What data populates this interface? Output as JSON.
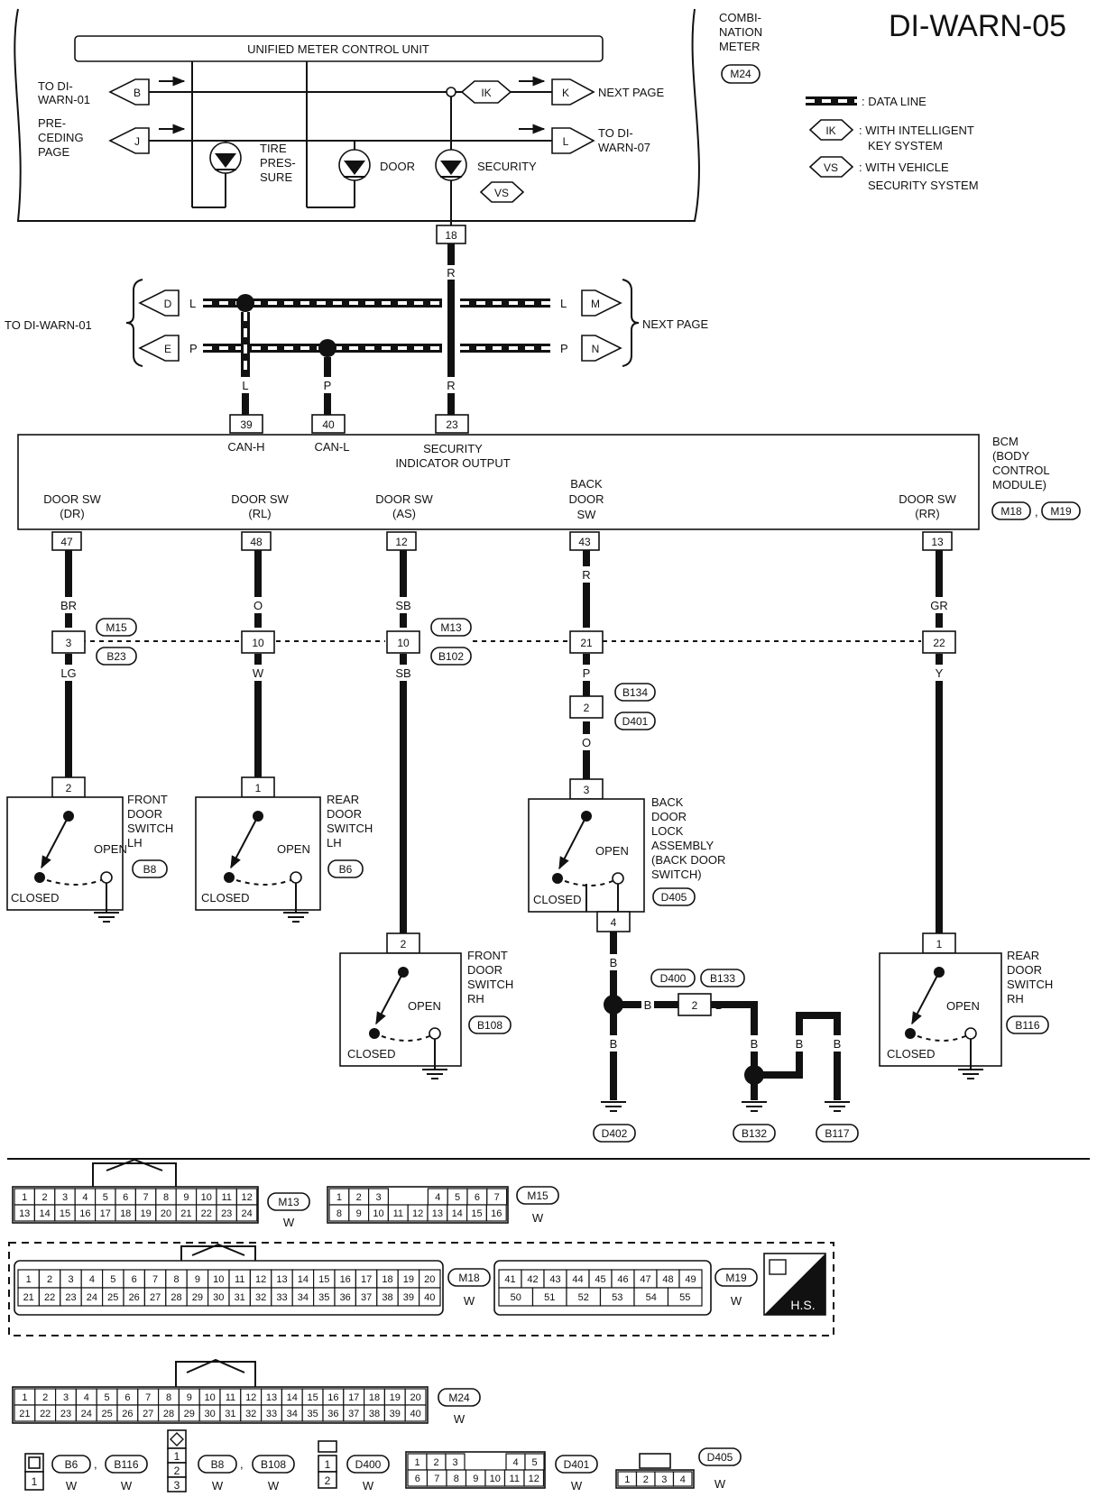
{
  "page_id": "DI-WARN-05",
  "header": {
    "combination_meter_label": [
      "COMBI-",
      "NATION",
      "METER"
    ],
    "combination_meter_connector": "M24",
    "unit_title": "UNIFIED METER CONTROL UNIT"
  },
  "legend": {
    "data_line": ": DATA LINE",
    "ik_tag": "IK",
    "ik_desc": [
      ": WITH INTELLIGENT",
      "KEY SYSTEM"
    ],
    "vs_tag": "VS",
    "vs_desc": [
      ": WITH VEHICLE",
      "SECURITY SYSTEM"
    ]
  },
  "meter": {
    "to_warn01": [
      "TO DI-",
      "WARN-01"
    ],
    "preceding_page": [
      "PRE-",
      "CEDING",
      "PAGE"
    ],
    "next_page": "NEXT PAGE",
    "to_warn07": [
      "TO DI-",
      "WARN-07"
    ],
    "tag_B": "B",
    "tag_J": "J",
    "tag_IK": "IK",
    "tag_K": "K",
    "tag_L": "L",
    "tire_pressure": [
      "TIRE",
      "PRES-",
      "SURE"
    ],
    "door": "DOOR",
    "security": "SECURITY",
    "security_vs": "VS",
    "pin_18": "18",
    "wire_R": "R"
  },
  "can": {
    "to_warn01": "TO DI-WARN-01",
    "next_page": "NEXT PAGE",
    "tag_D": "D",
    "tag_E": "E",
    "tag_M": "M",
    "tag_N": "N",
    "L": "L",
    "P": "P",
    "R": "R"
  },
  "bcm": {
    "label": [
      "BCM",
      "(BODY",
      "CONTROL",
      "MODULE)"
    ],
    "connectors": [
      "M18",
      "M19"
    ],
    "pin_39": "39",
    "pin_40": "40",
    "pin_23": "23",
    "can_h": "CAN-H",
    "can_l": "CAN-L",
    "sec_out": [
      "SECURITY",
      "INDICATOR OUTPUT"
    ],
    "sw_dr": [
      "DOOR SW",
      "(DR)"
    ],
    "sw_rl": [
      "DOOR SW",
      "(RL)"
    ],
    "sw_as": [
      "DOOR SW",
      "(AS)"
    ],
    "sw_back": [
      "BACK",
      "DOOR",
      "SW"
    ],
    "sw_rr": [
      "DOOR SW",
      "(RR)"
    ],
    "pins": [
      "47",
      "48",
      "12",
      "43",
      "13"
    ]
  },
  "harness": {
    "wires_upper": [
      "BR",
      "O",
      "SB",
      "R",
      "GR"
    ],
    "joints": [
      "3",
      "10",
      "10",
      "21",
      "22"
    ],
    "wires_lower": [
      "LG",
      "W",
      "SB",
      "P",
      "Y"
    ],
    "tags_left": [
      "M15",
      "B23"
    ],
    "tags_mid": [
      "M13",
      "B102"
    ],
    "back_joint": "2",
    "back_tags": [
      "B134",
      "D401"
    ],
    "back_wire": "O"
  },
  "switches": {
    "front_lh": {
      "name": [
        "FRONT",
        "DOOR",
        "SWITCH",
        "LH"
      ],
      "conn": "B8",
      "pin": "2"
    },
    "rear_lh": {
      "name": [
        "REAR",
        "DOOR",
        "SWITCH",
        "LH"
      ],
      "conn": "B6",
      "pin": "1"
    },
    "front_rh": {
      "name": [
        "FRONT",
        "DOOR",
        "SWITCH",
        "RH"
      ],
      "conn": "B108",
      "pin": "2"
    },
    "back_lock": {
      "name": [
        "BACK",
        "DOOR",
        "LOCK",
        "ASSEMBLY",
        "(BACK DOOR",
        "SWITCH)"
      ],
      "conn": "D405",
      "pin_top": "3",
      "pin_bottom": "4"
    },
    "rear_rh": {
      "name": [
        "REAR",
        "DOOR",
        "SWITCH",
        "RH"
      ],
      "conn": "B116",
      "pin": "1"
    },
    "open": "OPEN",
    "closed": "CLOSED"
  },
  "ground": {
    "wire": "B",
    "tags_join": [
      "D400",
      "B133"
    ],
    "join_pin": "2",
    "grounds": [
      "D402",
      "B132",
      "B117"
    ]
  },
  "connector_views": {
    "m13": {
      "id": "M13",
      "color": "W",
      "row1": [
        "1",
        "2",
        "3",
        "4",
        "5",
        "6",
        "7",
        "8",
        "9",
        "10",
        "11",
        "12"
      ],
      "row2": [
        "13",
        "14",
        "15",
        "16",
        "17",
        "18",
        "19",
        "20",
        "21",
        "22",
        "23",
        "24"
      ]
    },
    "m15": {
      "id": "M15",
      "color": "W",
      "row1": [
        "1",
        "2",
        "3",
        "4",
        "5",
        "6",
        "7"
      ],
      "row2": [
        "8",
        "9",
        "10",
        "11",
        "12",
        "13",
        "14",
        "15",
        "16"
      ]
    },
    "m18": {
      "id": "M18",
      "color": "W",
      "row1": [
        "1",
        "2",
        "3",
        "4",
        "5",
        "6",
        "7",
        "8",
        "9",
        "10",
        "11",
        "12",
        "13",
        "14",
        "15",
        "16",
        "17",
        "18",
        "19",
        "20"
      ],
      "row2": [
        "21",
        "22",
        "23",
        "24",
        "25",
        "26",
        "27",
        "28",
        "29",
        "30",
        "31",
        "32",
        "33",
        "34",
        "35",
        "36",
        "37",
        "38",
        "39",
        "40"
      ]
    },
    "m19": {
      "id": "M19",
      "color": "W",
      "row1": [
        "41",
        "42",
        "43",
        "44",
        "45",
        "46",
        "47",
        "48",
        "49"
      ],
      "row2": [
        "50",
        "51",
        "52",
        "53",
        "54",
        "55"
      ]
    },
    "m24": {
      "id": "M24",
      "color": "W",
      "row1": [
        "1",
        "2",
        "3",
        "4",
        "5",
        "6",
        "7",
        "8",
        "9",
        "10",
        "11",
        "12",
        "13",
        "14",
        "15",
        "16",
        "17",
        "18",
        "19",
        "20"
      ],
      "row2": [
        "21",
        "22",
        "23",
        "24",
        "25",
        "26",
        "27",
        "28",
        "29",
        "30",
        "31",
        "32",
        "33",
        "34",
        "35",
        "36",
        "37",
        "38",
        "39",
        "40"
      ]
    },
    "hs": "H.S.",
    "b6_b116": {
      "ids": [
        "B6",
        "B116"
      ],
      "colors": [
        "W",
        "W"
      ],
      "pin": "1"
    },
    "b8_b108": {
      "ids": [
        "B8",
        "B108"
      ],
      "colors": [
        "W",
        "W"
      ],
      "pins": [
        "1",
        "2",
        "3"
      ]
    },
    "d400": {
      "id": "D400",
      "color": "W",
      "pins": [
        "1",
        "2"
      ]
    },
    "d401": {
      "id": "D401",
      "color": "W",
      "row1": [
        "1",
        "2",
        "3",
        "4",
        "5"
      ],
      "row2": [
        "6",
        "7",
        "8",
        "9",
        "10",
        "11",
        "12"
      ]
    },
    "d405": {
      "id": "D405",
      "color": "W",
      "pins": [
        "1",
        "2",
        "3",
        "4"
      ]
    }
  }
}
